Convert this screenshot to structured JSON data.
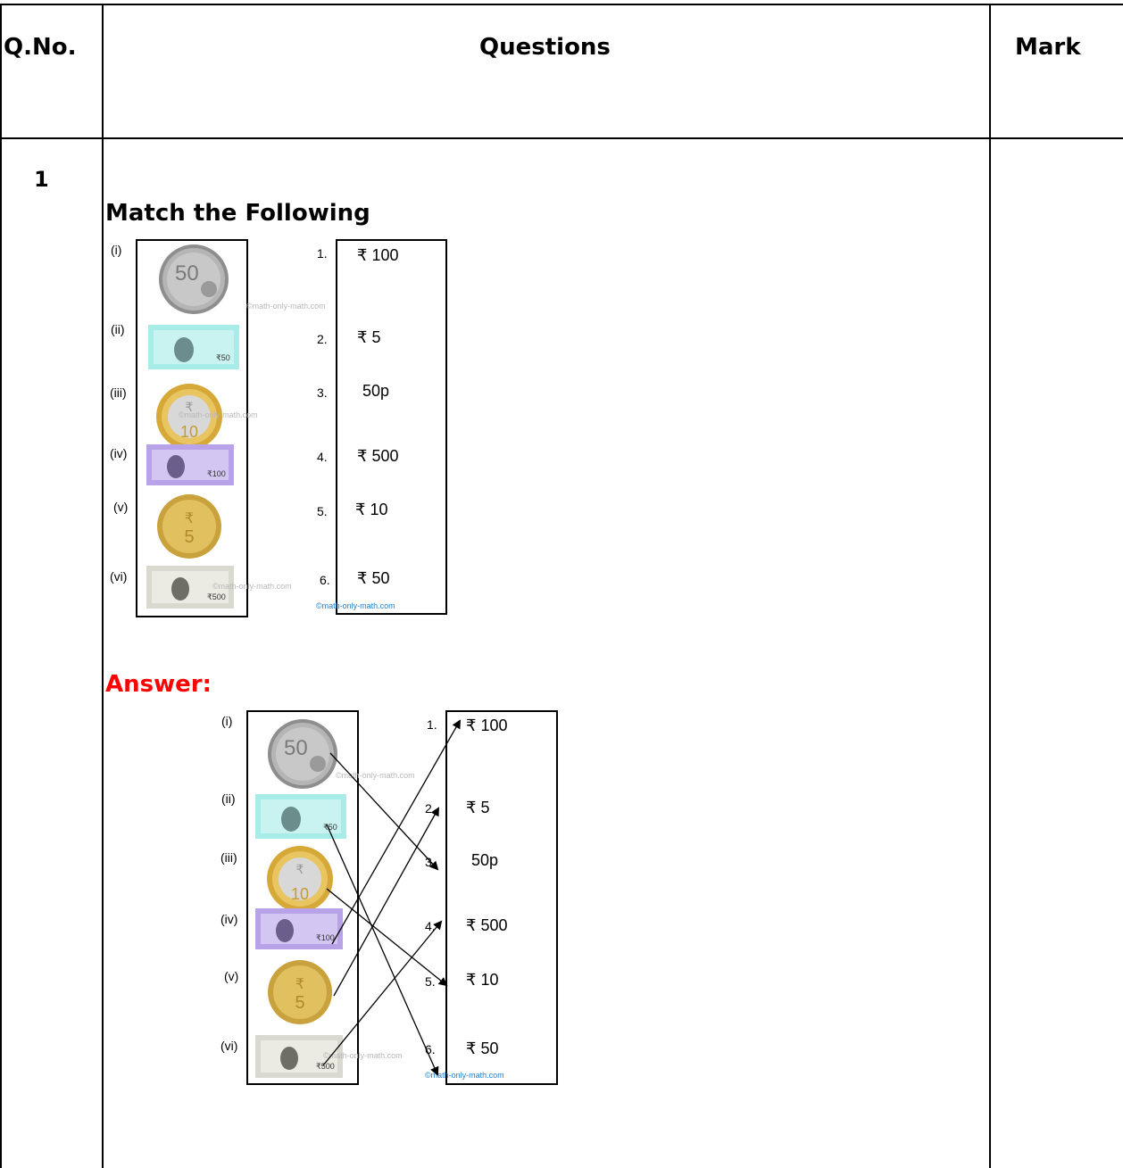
{
  "table": {
    "headers": {
      "qno": "Q.No.",
      "questions": "Questions",
      "mark": "Mark"
    }
  },
  "question": {
    "number": "1",
    "title": "Match the Following",
    "answer_label": "Answer:"
  },
  "left_items": [
    {
      "roman": "(i)",
      "item": "50 paise coin",
      "imprint": "50"
    },
    {
      "roman": "(ii)",
      "item": "50 rupee note",
      "imprint": "50"
    },
    {
      "roman": "(iii)",
      "item": "10 rupee coin",
      "imprint": "10"
    },
    {
      "roman": "(iv)",
      "item": "100 rupee note",
      "imprint": "100"
    },
    {
      "roman": "(v)",
      "item": "5 rupee coin",
      "imprint": "5"
    },
    {
      "roman": "(vi)",
      "item": "500 rupee note",
      "imprint": "500"
    }
  ],
  "right_items": [
    {
      "num": "1.",
      "value": "₹ 100"
    },
    {
      "num": "2.",
      "value": "₹ 5"
    },
    {
      "num": "3.",
      "value": "50p"
    },
    {
      "num": "4.",
      "value": "₹ 500"
    },
    {
      "num": "5.",
      "value": "₹ 10"
    },
    {
      "num": "6.",
      "value": "₹ 50"
    }
  ],
  "watermark": "©math-only-math.com",
  "answer_matches": [
    {
      "from": "(i)",
      "to": "3."
    },
    {
      "from": "(ii)",
      "to": "6."
    },
    {
      "from": "(iii)",
      "to": "5."
    },
    {
      "from": "(iv)",
      "to": "1."
    },
    {
      "from": "(v)",
      "to": "2."
    },
    {
      "from": "(vi)",
      "to": "4."
    }
  ],
  "colors": {
    "answer_label": "#ff0000",
    "watermark": "#1f7fd0",
    "coin_silver": "#a9a9a9",
    "coin_gold": "#d9b24a",
    "note_teal": "#9fe3e0",
    "note_purple": "#b9a3e8",
    "note_grey": "#d9d9cf"
  }
}
